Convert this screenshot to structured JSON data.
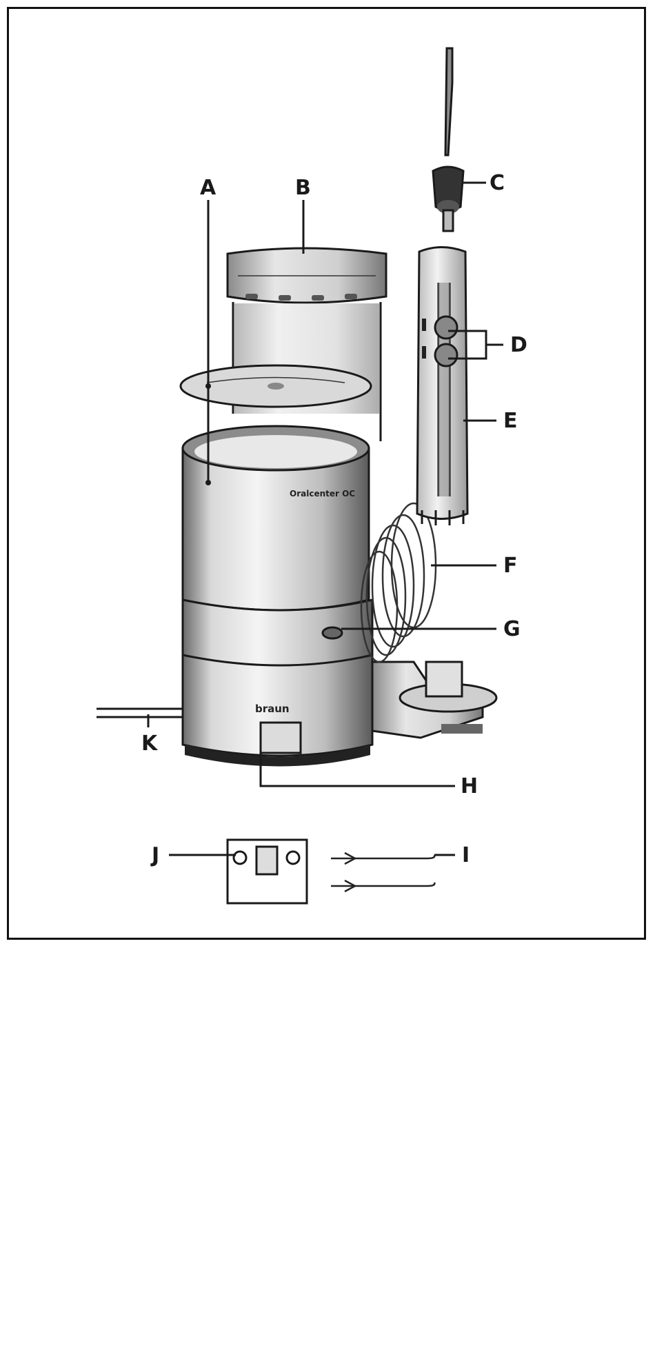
{
  "brand_text": "braun",
  "model_text": "Oralcenter OC",
  "labels": {
    "a": "A",
    "b": "B",
    "c": "C",
    "d": "D",
    "e": "E",
    "f": "F",
    "g": "G",
    "h": "H",
    "i": "I",
    "j": "J",
    "k": "K"
  }
}
